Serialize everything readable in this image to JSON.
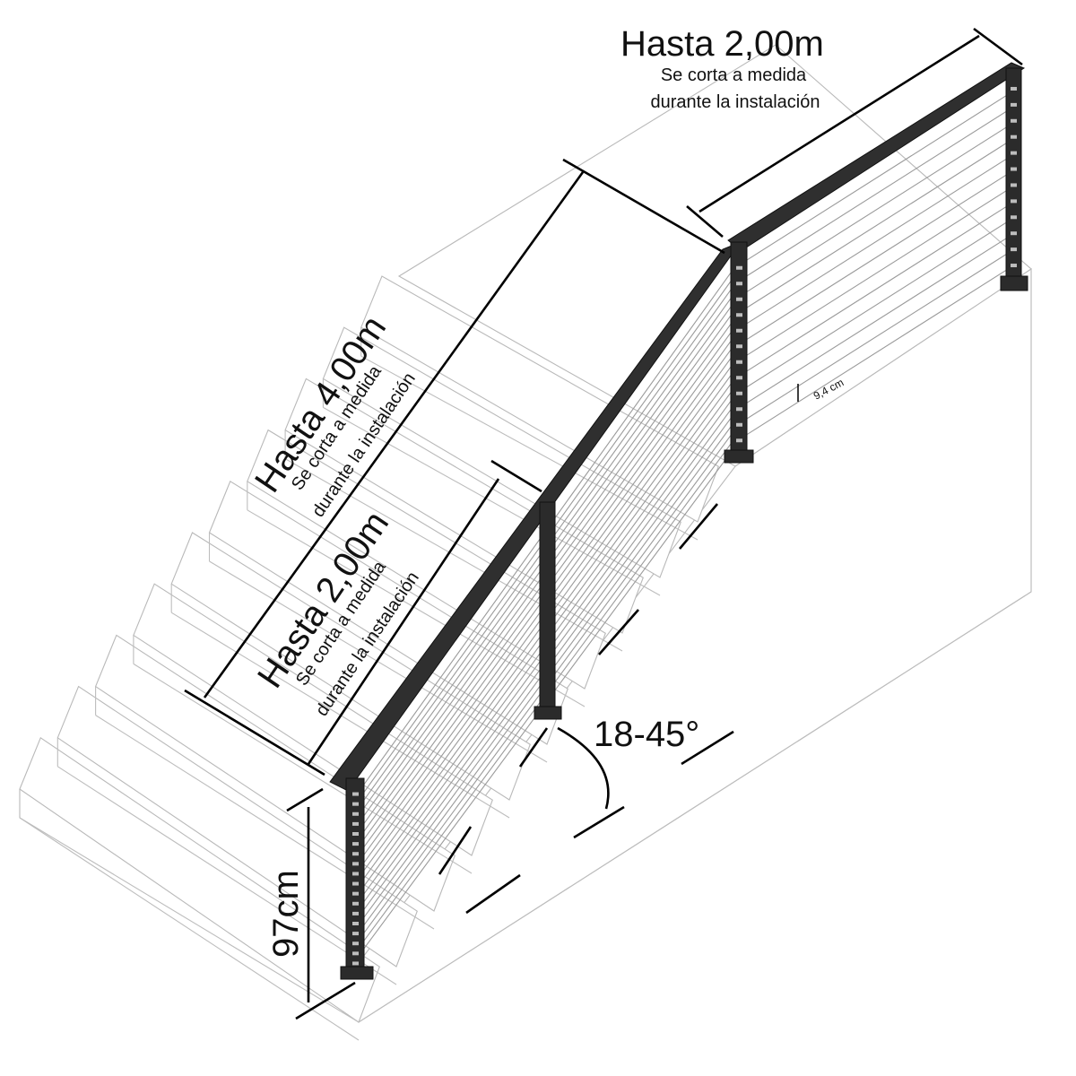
{
  "colors": {
    "metal": "#2b2b2b",
    "cable": "#9a9a9a",
    "stairs_line": "#bdbdbd",
    "dimension": "#000000"
  },
  "labels": {
    "top_length": "Hasta 2,00m",
    "top_note_1": "Se corta a medida",
    "top_note_2": "durante la instalación",
    "long_length": "Hasta 4,00m",
    "long_note_1": "Se corta a medida",
    "long_note_2": "durante la instalación",
    "mid_length": "Hasta 2,00m",
    "mid_note_1": "Se corta a medida",
    "mid_note_2": "durante la instalación",
    "height": "97cm",
    "angle": "18-45°",
    "cable_spacing": "9,4 cm"
  }
}
